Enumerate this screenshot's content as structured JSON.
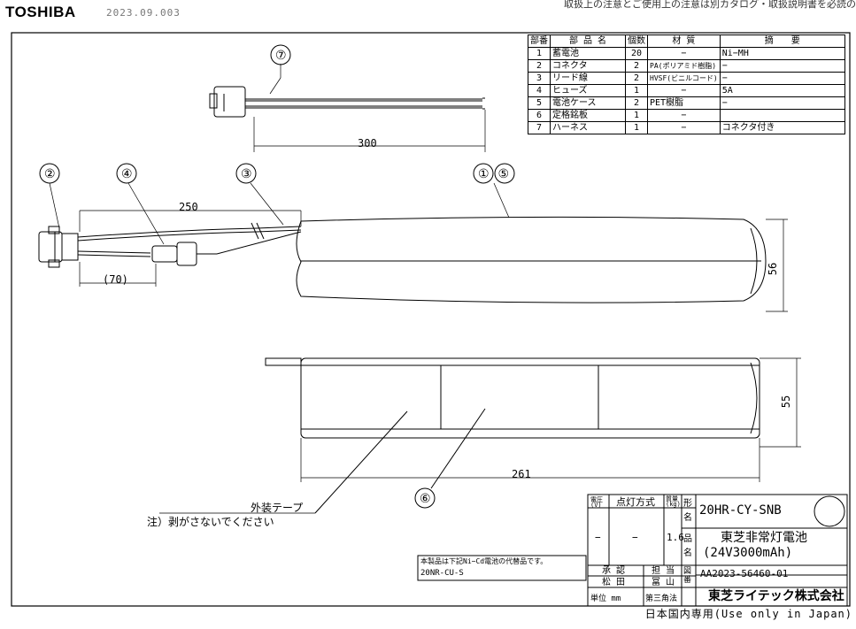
{
  "header": {
    "brand": "TOSHIBA",
    "doc_number": "2023.09.003",
    "top_note": "取扱上の注意とご使用上の注意は別カタログ・取扱説明書を必読の"
  },
  "balloons": [
    "⑦",
    "②",
    "④",
    "③",
    "①⑤",
    "⑥"
  ],
  "dimensions": {
    "harness_length": "300",
    "lead_length": "250",
    "connector_offset": "(70)",
    "pack_length": "261",
    "pack_height": "56",
    "pack_width": "55"
  },
  "callouts": {
    "tape_label": "外装テープ",
    "tape_note": "注）剥がさないでください"
  },
  "parts_table": {
    "headers": [
      "部番",
      "部 品 名",
      "個数",
      "材 質",
      "摘　　要"
    ],
    "rows": [
      [
        "1",
        "蓄電池",
        "20",
        "−",
        "Ni−MH"
      ],
      [
        "2",
        "コネクタ",
        "2",
        "PA(ポリアミド樹脂)",
        "−"
      ],
      [
        "3",
        "リード線",
        "2",
        "HVSF(ビニルコード)",
        "−"
      ],
      [
        "4",
        "ヒューズ",
        "1",
        "−",
        "5A"
      ],
      [
        "5",
        "電池ケース",
        "2",
        "PET樹脂",
        "−"
      ],
      [
        "6",
        "定格銘板",
        "1",
        "−",
        ""
      ],
      [
        "7",
        "ハーネス",
        "1",
        "−",
        "コネクタ付き"
      ]
    ]
  },
  "title_block": {
    "voltage_head": "電圧(V)",
    "method_head": "点灯方式",
    "mass_head": "質量(kg)",
    "voltage": "−",
    "method": "−",
    "mass": "1.6",
    "model_head": "形名",
    "model": "20HR-CY-SNB",
    "product_head": "品名",
    "product_name": "東芝非常灯電池",
    "product_spec": "(24V3000mAh)",
    "drawing_head": "図番",
    "drawing_no": "AA2023-56460-01",
    "approve_head": "承 認",
    "approver": "松 田",
    "charge_head": "担 当",
    "charger": "冨 山",
    "unit": "単位 mm",
    "projection": "第三角法",
    "company": "東芝ライテック株式会社",
    "replace_note": "本製品は下記Ni−Cd電池の代替品です。",
    "replace_model": "20NR-CU-S",
    "footer": "日本国内専用(Use only in Japan)"
  }
}
